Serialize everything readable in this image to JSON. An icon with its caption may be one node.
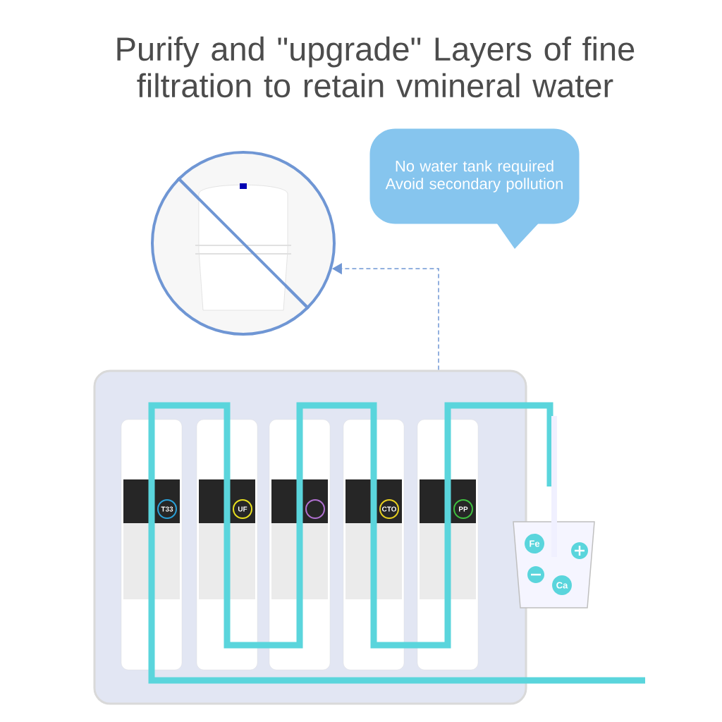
{
  "diagram": {
    "title": "Purify and \"upgrade\" Layers of fine filtration to retain vmineral water",
    "nodes": [
      {
        "text": [
          "No water tank required Avoid secondary pollution"
        ]
      },
      {
        "text": [],
        "shape": "circle"
      },
      {
        "text": [],
        "shape": "box"
      }
    ],
    "edges": [
      {
        "from": 2,
        "to": 1,
        "arrow": "to",
        "style": "dashed"
      }
    ],
    "labels": [
      "T33",
      "UF",
      "CTO",
      "PP",
      "Fe",
      "Ca"
    ]
  }
}
